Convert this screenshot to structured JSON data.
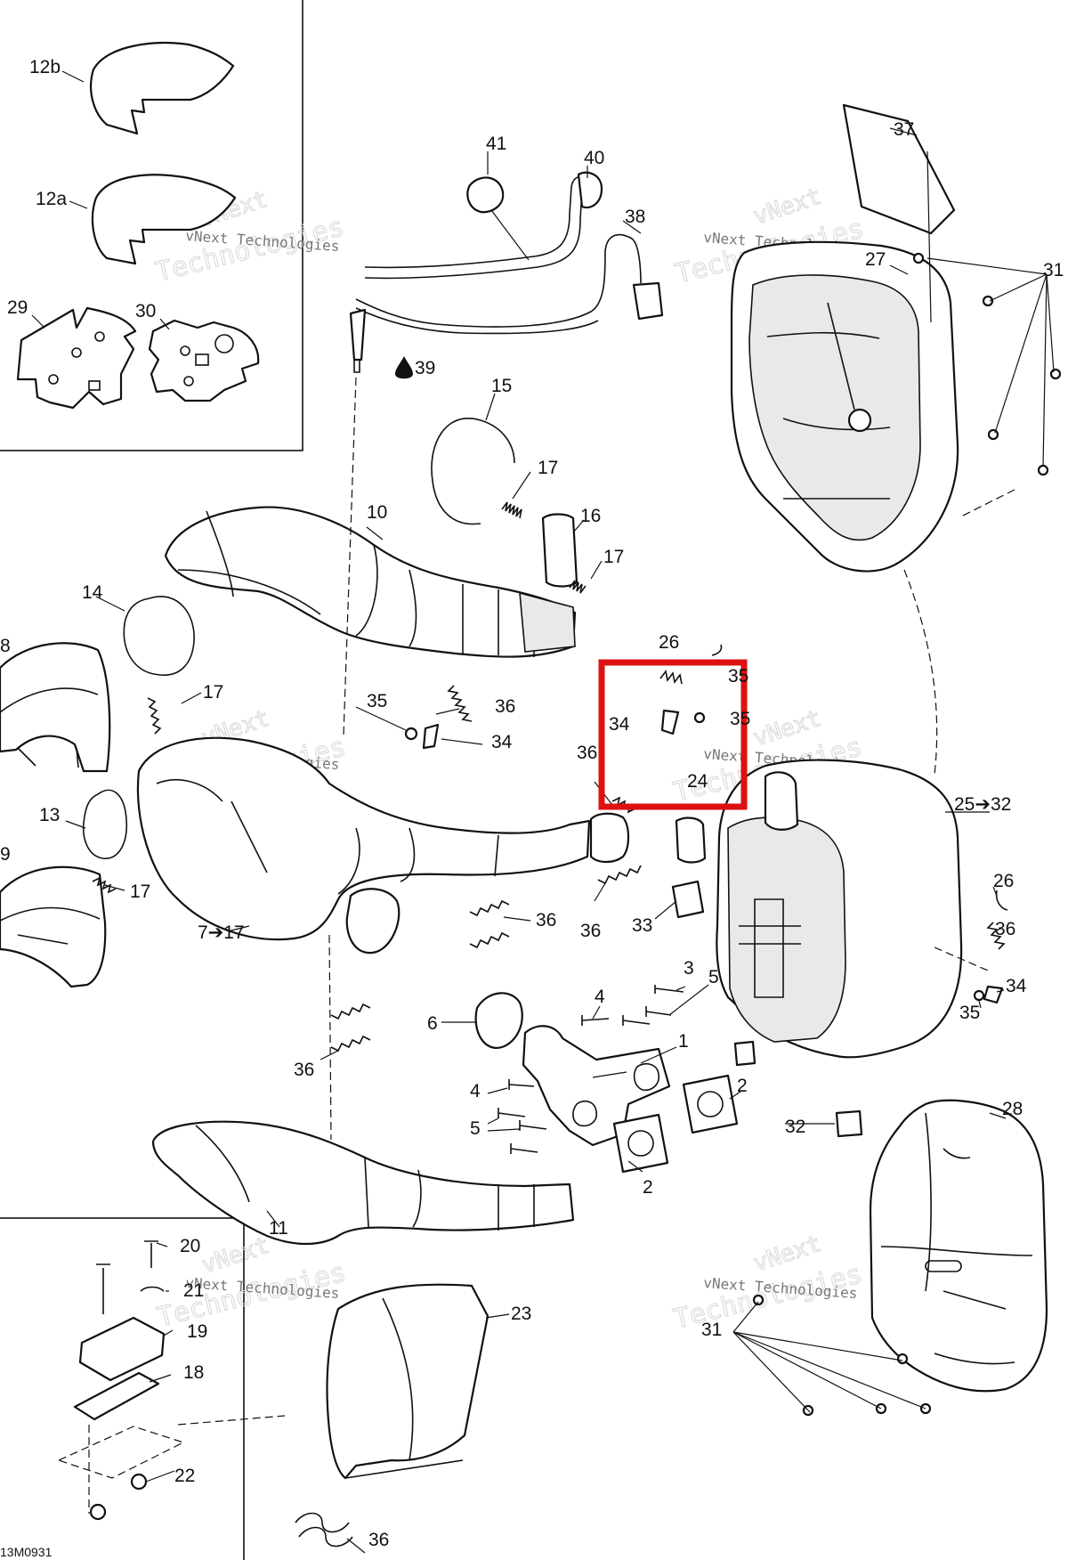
{
  "figure_code": "13M0931",
  "watermark": {
    "primary": "vNext",
    "secondary": "Technologies",
    "line": "vNext Technologies"
  },
  "highlight": {
    "color": "#dd1111"
  },
  "part_labels": {
    "p1": "1",
    "p2a": "2",
    "p2b": "2",
    "p3": "3",
    "p4a": "4",
    "p4b": "4",
    "p5a": "5",
    "p5b": "5",
    "p6": "6",
    "p7": "7➔17",
    "p8": "8",
    "p9": "9",
    "p10": "10",
    "p11": "11",
    "p12a": "12a",
    "p12b": "12b",
    "p13": "13",
    "p14": "14",
    "p15": "15",
    "p16": "16",
    "p17a": "17",
    "p17b": "17",
    "p17c": "17",
    "p17d": "17",
    "p18": "18",
    "p19": "19",
    "p20": "20",
    "p21": "21",
    "p22": "22",
    "p23": "23",
    "p24": "24",
    "p25": "25➔32",
    "p26a": "26",
    "p26b": "26",
    "p27": "27",
    "p28": "28",
    "p29": "29",
    "p30": "30",
    "p31a": "31",
    "p31b": "31",
    "p32": "32",
    "p33": "33",
    "p34a": "34",
    "p34b": "34",
    "p34c": "34",
    "p35a": "35",
    "p35b": "35",
    "p35c": "35",
    "p35d": "35",
    "p36a": "36",
    "p36b": "36",
    "p36c": "36",
    "p36d": "36",
    "p36e": "36",
    "p36f": "36",
    "p36g": "36",
    "p37": "37",
    "p38": "38",
    "p39": "39",
    "p40": "40",
    "p41": "41"
  }
}
